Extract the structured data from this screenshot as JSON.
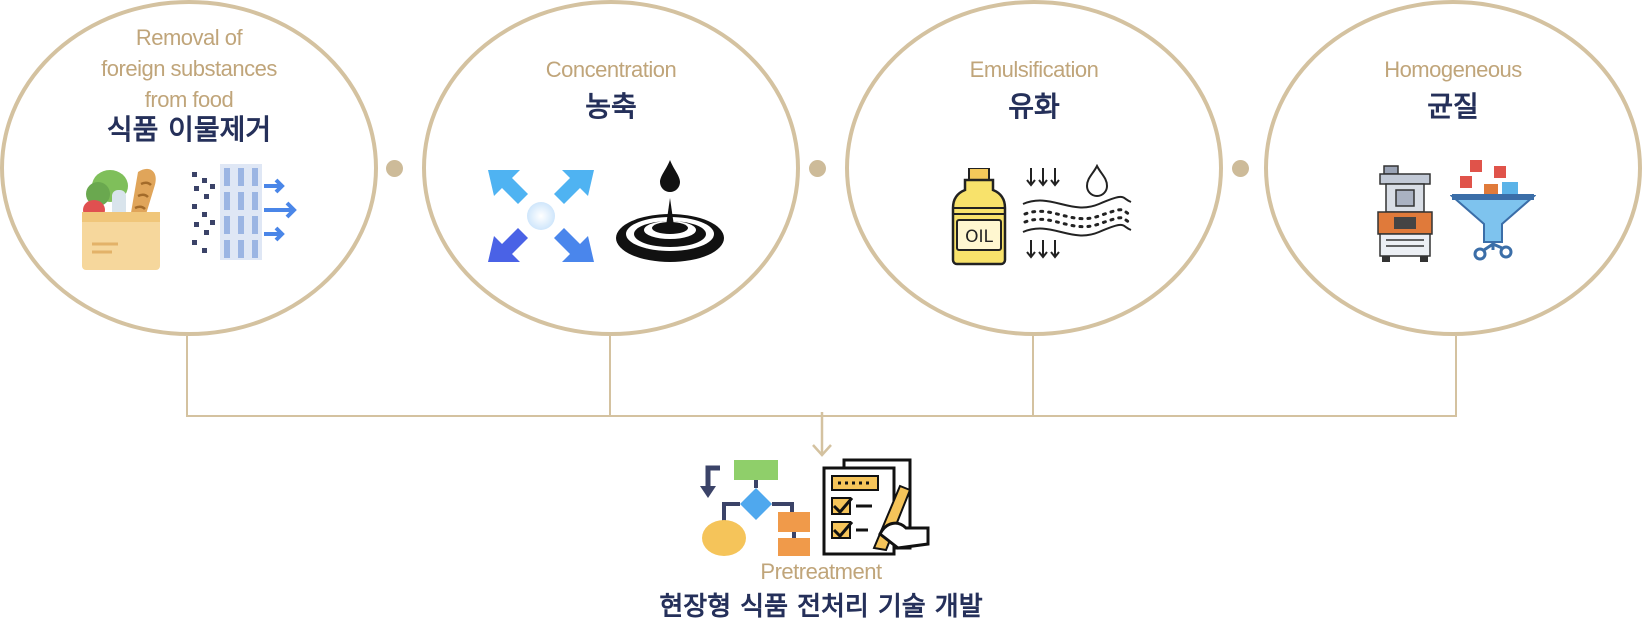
{
  "colors": {
    "ring": "#d4c2a0",
    "english_text": "#c0a57a",
    "korean_text": "#25305a",
    "connector_dot": "#cdbb99"
  },
  "steps": [
    {
      "label_en_lines": [
        "Removal of",
        "foreign substances",
        "from food"
      ],
      "label_ko": "식품 이물제거",
      "icons": [
        "grocery-bag-icon",
        "filtration-icon"
      ]
    },
    {
      "label_en_lines": [
        "Concentration"
      ],
      "label_ko": "농축",
      "icons": [
        "converging-arrows-icon",
        "water-drop-ripple-icon"
      ]
    },
    {
      "label_en_lines": [
        "Emulsification"
      ],
      "label_ko": "유화",
      "icons": [
        "oil-bottle-icon",
        "emulsion-wave-icon"
      ]
    },
    {
      "label_en_lines": [
        "Homogeneous"
      ],
      "label_ko": "균질",
      "icons": [
        "homogenizer-machine-icon",
        "funnel-icon"
      ]
    }
  ],
  "result": {
    "label_en": "Pretreatment",
    "label_ko": "현장형 식품 전처리 기술 개발",
    "icons": [
      "flowchart-icon",
      "checklist-icon"
    ]
  }
}
